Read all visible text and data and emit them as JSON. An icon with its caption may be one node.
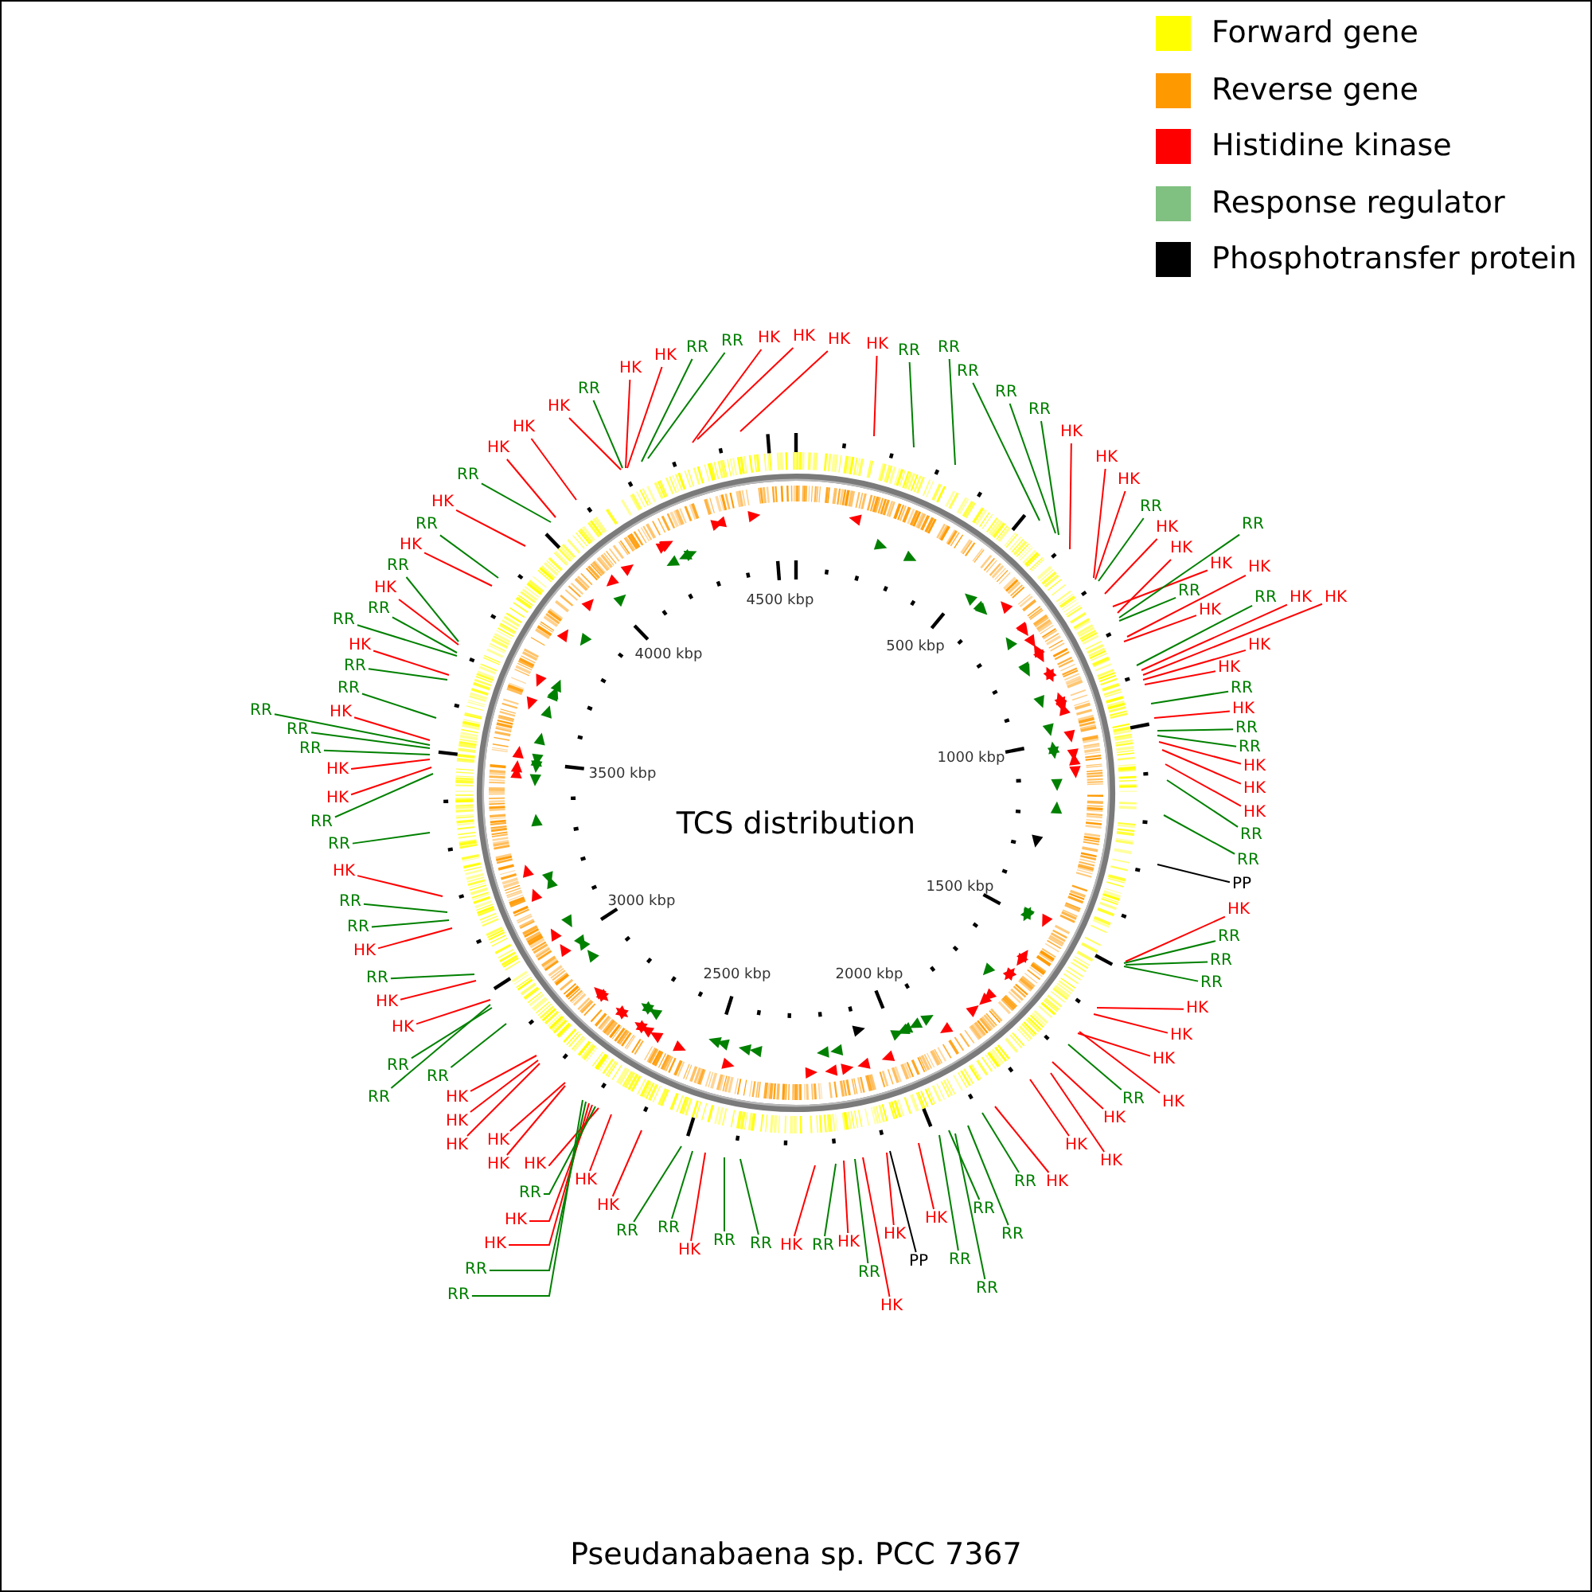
{
  "diagram": {
    "title": "TCS distribution",
    "caption": "Pseudanabaena sp. PCC 7367",
    "nodes": [
      {
        "text": [
          "HK"
        ]
      },
      {
        "text": [
          "RR"
        ]
      },
      {
        "text": [
          "RR"
        ]
      },
      {
        "text": [
          "RR"
        ]
      },
      {
        "text": [
          "RR"
        ]
      },
      {
        "text": [
          "RR"
        ]
      },
      {
        "text": [
          "HK"
        ]
      },
      {
        "text": [
          "HK"
        ]
      },
      {
        "text": [
          "HK"
        ]
      },
      {
        "text": [
          "RR"
        ]
      },
      {
        "text": [
          "HK"
        ]
      },
      {
        "text": [
          "HK"
        ]
      },
      {
        "text": [
          "HK"
        ]
      },
      {
        "text": [
          "RR"
        ]
      },
      {
        "text": [
          "RR"
        ]
      },
      {
        "text": [
          "HK"
        ]
      },
      {
        "text": [
          "HK"
        ]
      },
      {
        "text": [
          "RR"
        ]
      },
      {
        "text": [
          "HK"
        ]
      },
      {
        "text": [
          "HK"
        ]
      },
      {
        "text": [
          "HK"
        ]
      },
      {
        "text": [
          "HK"
        ]
      },
      {
        "text": [
          "RR"
        ]
      },
      {
        "text": [
          "HK"
        ]
      },
      {
        "text": [
          "RR"
        ]
      },
      {
        "text": [
          "RR"
        ]
      },
      {
        "text": [
          "HK"
        ]
      },
      {
        "text": [
          "HK"
        ]
      },
      {
        "text": [
          "HK"
        ]
      },
      {
        "text": [
          "RR"
        ]
      },
      {
        "text": [
          "RR"
        ]
      },
      {
        "text": [
          "PP"
        ]
      },
      {
        "text": [
          "HK"
        ]
      },
      {
        "text": [
          "RR"
        ]
      },
      {
        "text": [
          "RR"
        ]
      },
      {
        "text": [
          "RR"
        ]
      },
      {
        "text": [
          "HK"
        ]
      },
      {
        "text": [
          "HK"
        ]
      },
      {
        "text": [
          "HK"
        ]
      },
      {
        "text": [
          "HK"
        ]
      },
      {
        "text": [
          "RR"
        ]
      },
      {
        "text": [
          "HK"
        ]
      },
      {
        "text": [
          "HK"
        ]
      },
      {
        "text": [
          "HK"
        ]
      },
      {
        "text": [
          "HK"
        ]
      },
      {
        "text": [
          "RR"
        ]
      },
      {
        "text": [
          "RR"
        ]
      },
      {
        "text": [
          "RR"
        ]
      },
      {
        "text": [
          "RR"
        ]
      },
      {
        "text": [
          "RR"
        ]
      },
      {
        "text": [
          "HK"
        ]
      },
      {
        "text": [
          "PP"
        ]
      },
      {
        "text": [
          "HK"
        ]
      },
      {
        "text": [
          "RR"
        ]
      },
      {
        "text": [
          "HK"
        ]
      },
      {
        "text": [
          "HK"
        ]
      },
      {
        "text": [
          "RR"
        ]
      },
      {
        "text": [
          "HK"
        ]
      },
      {
        "text": [
          "RR"
        ]
      },
      {
        "text": [
          "RR"
        ]
      },
      {
        "text": [
          "HK"
        ]
      },
      {
        "text": [
          "RR"
        ]
      },
      {
        "text": [
          "RR"
        ]
      },
      {
        "text": [
          "HK"
        ]
      },
      {
        "text": [
          "HK"
        ]
      },
      {
        "text": [
          "HK"
        ]
      },
      {
        "text": [
          "HK"
        ]
      },
      {
        "text": [
          "HK"
        ]
      },
      {
        "text": [
          "RR"
        ]
      },
      {
        "text": [
          "RR"
        ]
      },
      {
        "text": [
          "RR"
        ]
      },
      {
        "text": [
          "HK"
        ]
      },
      {
        "text": [
          "HK"
        ]
      },
      {
        "text": [
          "HK"
        ]
      },
      {
        "text": [
          "HK"
        ]
      },
      {
        "text": [
          "HK"
        ]
      },
      {
        "text": [
          "RR"
        ]
      },
      {
        "text": [
          "RR"
        ]
      },
      {
        "text": [
          "RR"
        ]
      },
      {
        "text": [
          "HK"
        ]
      },
      {
        "text": [
          "HK"
        ]
      },
      {
        "text": [
          "RR"
        ]
      },
      {
        "text": [
          "HK"
        ]
      },
      {
        "text": [
          "RR"
        ]
      },
      {
        "text": [
          "RR"
        ]
      },
      {
        "text": [
          "HK"
        ]
      },
      {
        "text": [
          "RR"
        ]
      },
      {
        "text": [
          "RR"
        ]
      },
      {
        "text": [
          "HK"
        ]
      },
      {
        "text": [
          "HK"
        ]
      },
      {
        "text": [
          "RR"
        ]
      },
      {
        "text": [
          "HK"
        ]
      },
      {
        "text": [
          "RR"
        ]
      },
      {
        "text": [
          "RR"
        ]
      },
      {
        "text": [
          "RR"
        ]
      },
      {
        "text": [
          "RR"
        ]
      },
      {
        "text": [
          "HK"
        ]
      },
      {
        "text": [
          "RR"
        ]
      },
      {
        "text": [
          "RR"
        ]
      },
      {
        "text": [
          "HK"
        ]
      },
      {
        "text": [
          "RR"
        ]
      },
      {
        "text": [
          "HK"
        ]
      },
      {
        "text": [
          "RR"
        ]
      },
      {
        "text": [
          "HK"
        ]
      },
      {
        "text": [
          "RR"
        ]
      },
      {
        "text": [
          "HK"
        ]
      },
      {
        "text": [
          "HK"
        ]
      },
      {
        "text": [
          "HK"
        ]
      },
      {
        "text": [
          "RR"
        ]
      },
      {
        "text": [
          "HK"
        ]
      },
      {
        "text": [
          "HK"
        ]
      },
      {
        "text": [
          "RR"
        ]
      },
      {
        "text": [
          "RR"
        ]
      },
      {
        "text": [
          "HK"
        ]
      },
      {
        "text": [
          "HK"
        ]
      },
      {
        "text": [
          "HK"
        ]
      }
    ],
    "edges": [
      {
        "from": 0,
        "to": null,
        "arrow": "none"
      },
      {
        "from": 1,
        "to": null,
        "arrow": "none",
        "color": "#008000"
      },
      {
        "from": 2,
        "to": null,
        "arrow": "none",
        "color": "#008000"
      },
      {
        "from": 3,
        "to": null,
        "arrow": "none",
        "color": "#008000"
      },
      {
        "from": 4,
        "to": null,
        "arrow": "none",
        "color": "#008000"
      },
      {
        "from": 5,
        "to": null,
        "arrow": "none",
        "color": "#008000"
      },
      {
        "from": 6,
        "to": null,
        "arrow": "none"
      },
      {
        "from": 7,
        "to": null,
        "arrow": "none"
      },
      {
        "from": 8,
        "to": null,
        "arrow": "none"
      },
      {
        "from": 9,
        "to": null,
        "arrow": "none",
        "color": "#008000"
      },
      {
        "from": 10,
        "to": null,
        "arrow": "none"
      },
      {
        "from": 11,
        "to": null,
        "arrow": "none"
      },
      {
        "from": 12,
        "to": null,
        "arrow": "none"
      },
      {
        "from": 13,
        "to": null,
        "arrow": "none",
        "color": "#008000"
      },
      {
        "from": 14,
        "to": null,
        "arrow": "none",
        "color": "#008000"
      },
      {
        "from": 15,
        "to": null,
        "arrow": "none"
      },
      {
        "from": 16,
        "to": null,
        "arrow": "none"
      },
      {
        "from": 17,
        "to": null,
        "arrow": "none",
        "color": "#008000"
      },
      {
        "from": 18,
        "to": null,
        "arrow": "none"
      },
      {
        "from": 19,
        "to": null,
        "arrow": "none"
      },
      {
        "from": 20,
        "to": null,
        "arrow": "none"
      },
      {
        "from": 21,
        "to": null,
        "arrow": "none"
      },
      {
        "from": 22,
        "to": null,
        "arrow": "none",
        "color": "#008000"
      },
      {
        "from": 23,
        "to": null,
        "arrow": "none"
      },
      {
        "from": 24,
        "to": null,
        "arrow": "none",
        "color": "#008000"
      },
      {
        "from": 25,
        "to": null,
        "arrow": "none",
        "color": "#008000"
      },
      {
        "from": 26,
        "to": null,
        "arrow": "none"
      },
      {
        "from": 27,
        "to": null,
        "arrow": "none"
      },
      {
        "from": 28,
        "to": null,
        "arrow": "none"
      },
      {
        "from": 29,
        "to": null,
        "arrow": "none",
        "color": "#008000"
      },
      {
        "from": 30,
        "to": null,
        "arrow": "none",
        "color": "#008000"
      },
      {
        "from": 31,
        "to": null,
        "arrow": "none",
        "color": "#000000"
      },
      {
        "from": 32,
        "to": null,
        "arrow": "none"
      },
      {
        "from": 33,
        "to": null,
        "arrow": "none",
        "color": "#008000"
      },
      {
        "from": 34,
        "to": null,
        "arrow": "none",
        "color": "#008000"
      },
      {
        "from": 35,
        "to": null,
        "arrow": "none",
        "color": "#008000"
      },
      {
        "from": 36,
        "to": null,
        "arrow": "none"
      },
      {
        "from": 37,
        "to": null,
        "arrow": "none"
      },
      {
        "from": 38,
        "to": null,
        "arrow": "none"
      },
      {
        "from": 39,
        "to": null,
        "arrow": "none"
      },
      {
        "from": 40,
        "to": null,
        "arrow": "none",
        "color": "#008000"
      },
      {
        "from": 41,
        "to": null,
        "arrow": "none"
      },
      {
        "from": 42,
        "to": null,
        "arrow": "none"
      },
      {
        "from": 43,
        "to": null,
        "arrow": "none"
      },
      {
        "from": 44,
        "to": null,
        "arrow": "none"
      },
      {
        "from": 45,
        "to": null,
        "arrow": "none",
        "color": "#008000"
      },
      {
        "from": 46,
        "to": null,
        "arrow": "none",
        "color": "#008000"
      },
      {
        "from": 47,
        "to": null,
        "arrow": "none",
        "color": "#008000"
      },
      {
        "from": 48,
        "to": null,
        "arrow": "none",
        "color": "#008000"
      },
      {
        "from": 49,
        "to": null,
        "arrow": "none",
        "color": "#008000"
      },
      {
        "from": 50,
        "to": null,
        "arrow": "none"
      },
      {
        "from": 51,
        "to": null,
        "arrow": "none",
        "color": "#000000"
      },
      {
        "from": 52,
        "to": null,
        "arrow": "none"
      },
      {
        "from": 53,
        "to": null,
        "arrow": "none",
        "color": "#008000"
      },
      {
        "from": 54,
        "to": null,
        "arrow": "none"
      },
      {
        "from": 55,
        "to": null,
        "arrow": "none"
      },
      {
        "from": 56,
        "to": null,
        "arrow": "none",
        "color": "#008000"
      },
      {
        "from": 57,
        "to": null,
        "arrow": "none"
      },
      {
        "from": 58,
        "to": null,
        "arrow": "none",
        "color": "#008000"
      },
      {
        "from": 59,
        "to": null,
        "arrow": "none",
        "color": "#008000"
      },
      {
        "from": 60,
        "to": null,
        "arrow": "none"
      },
      {
        "from": 61,
        "to": null,
        "arrow": "none",
        "color": "#008000"
      },
      {
        "from": 62,
        "to": null,
        "arrow": "none",
        "color": "#008000"
      },
      {
        "from": 63,
        "to": null,
        "arrow": "none"
      },
      {
        "from": 64,
        "to": null,
        "arrow": "none"
      },
      {
        "from": 65,
        "to": null,
        "arrow": "none"
      },
      {
        "from": 66,
        "to": null,
        "arrow": "none"
      },
      {
        "from": 67,
        "to": null,
        "arrow": "none"
      },
      {
        "from": 68,
        "to": null,
        "arrow": "none",
        "color": "#008000"
      },
      {
        "from": 69,
        "to": null,
        "arrow": "none",
        "color": "#008000"
      },
      {
        "from": 70,
        "to": null,
        "arrow": "none",
        "color": "#008000"
      },
      {
        "from": 71,
        "to": null,
        "arrow": "none"
      },
      {
        "from": 72,
        "to": null,
        "arrow": "none"
      },
      {
        "from": 73,
        "to": null,
        "arrow": "none"
      },
      {
        "from": 74,
        "to": null,
        "arrow": "none"
      },
      {
        "from": 75,
        "to": null,
        "arrow": "none"
      },
      {
        "from": 76,
        "to": null,
        "arrow": "none",
        "color": "#008000"
      },
      {
        "from": 77,
        "to": null,
        "arrow": "none",
        "color": "#008000"
      },
      {
        "from": 78,
        "to": null,
        "arrow": "none",
        "color": "#008000"
      },
      {
        "from": 79,
        "to": null,
        "arrow": "none"
      },
      {
        "from": 80,
        "to": null,
        "arrow": "none"
      },
      {
        "from": 81,
        "to": null,
        "arrow": "none",
        "color": "#008000"
      },
      {
        "from": 82,
        "to": null,
        "arrow": "none"
      },
      {
        "from": 83,
        "to": null,
        "arrow": "none",
        "color": "#008000"
      },
      {
        "from": 84,
        "to": null,
        "arrow": "none",
        "color": "#008000"
      },
      {
        "from": 85,
        "to": null,
        "arrow": "none"
      },
      {
        "from": 86,
        "to": null,
        "arrow": "none",
        "color": "#008000"
      },
      {
        "from": 87,
        "to": null,
        "arrow": "none",
        "color": "#008000"
      },
      {
        "from": 88,
        "to": null,
        "arrow": "none"
      },
      {
        "from": 89,
        "to": null,
        "arrow": "none"
      },
      {
        "from": 90,
        "to": null,
        "arrow": "none",
        "color": "#008000"
      },
      {
        "from": 91,
        "to": null,
        "arrow": "none"
      },
      {
        "from": 92,
        "to": null,
        "arrow": "none",
        "color": "#008000"
      },
      {
        "from": 93,
        "to": null,
        "arrow": "none",
        "color": "#008000"
      },
      {
        "from": 94,
        "to": null,
        "arrow": "none",
        "color": "#008000"
      },
      {
        "from": 95,
        "to": null,
        "arrow": "none",
        "color": "#008000"
      },
      {
        "from": 96,
        "to": null,
        "arrow": "none"
      },
      {
        "from": 97,
        "to": null,
        "arrow": "none",
        "color": "#008000"
      },
      {
        "from": 98,
        "to": null,
        "arrow": "none",
        "color": "#008000"
      },
      {
        "from": 99,
        "to": null,
        "arrow": "none"
      },
      {
        "from": 100,
        "to": null,
        "arrow": "none",
        "color": "#008000"
      },
      {
        "from": 101,
        "to": null,
        "arrow": "none"
      },
      {
        "from": 102,
        "to": null,
        "arrow": "none",
        "color": "#008000"
      },
      {
        "from": 103,
        "to": null,
        "arrow": "none"
      },
      {
        "from": 104,
        "to": null,
        "arrow": "none",
        "color": "#008000"
      },
      {
        "from": 105,
        "to": null,
        "arrow": "none"
      },
      {
        "from": 106,
        "to": null,
        "arrow": "none"
      },
      {
        "from": 107,
        "to": null,
        "arrow": "none"
      },
      {
        "from": 108,
        "to": null,
        "arrow": "none",
        "color": "#008000"
      },
      {
        "from": 109,
        "to": null,
        "arrow": "none"
      },
      {
        "from": 110,
        "to": null,
        "arrow": "none"
      },
      {
        "from": 111,
        "to": null,
        "arrow": "none",
        "color": "#008000"
      },
      {
        "from": 112,
        "to": null,
        "arrow": "none",
        "color": "#008000"
      },
      {
        "from": 113,
        "to": null,
        "arrow": "none"
      },
      {
        "from": 114,
        "to": null,
        "arrow": "none"
      },
      {
        "from": 115,
        "to": null,
        "arrow": "none"
      }
    ],
    "labels": [
      "500 kbp",
      "1000 kbp",
      "1500 kbp",
      "2000 kbp",
      "2500 kbp",
      "3000 kbp",
      "3500 kbp",
      "4000 kbp",
      "4500 kbp"
    ],
    "legend": [
      {
        "text": "Forward gene",
        "color": "#ffff00"
      },
      {
        "text": "Reverse gene",
        "color": "#ff9900"
      },
      {
        "text": "Histidine kinase",
        "color": "#ff0000"
      },
      {
        "text": "Response regulator",
        "color": "#80c080"
      },
      {
        "text": "Phosphotransfer protein",
        "color": "#000000"
      }
    ]
  }
}
